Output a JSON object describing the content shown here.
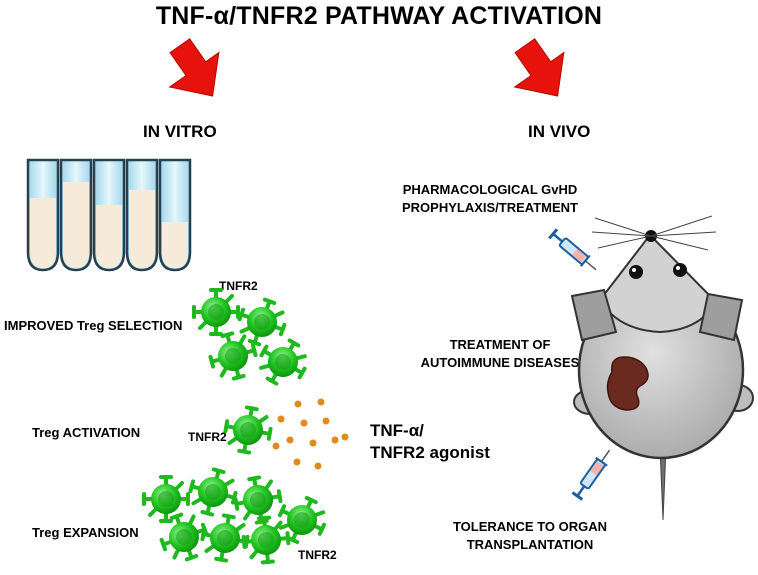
{
  "title": "TNF-α/TNFR2 PATHWAY ACTIVATION",
  "in_vitro": {
    "heading": "IN VITRO",
    "selection_label": "IMPROVED Treg SELECTION",
    "activation_label": "Treg ACTIVATION",
    "expansion_label": "Treg EXPANSION",
    "receptor_label_1": "TNFR2",
    "receptor_label_2": "TNFR2",
    "receptor_label_3": "TNFR2",
    "agonist_line1": "TNF-α/",
    "agonist_line2": "TNFR2 agonist"
  },
  "in_vivo": {
    "heading": "IN VIVO",
    "gvhd_line1": "PHARMACOLOGICAL GvHD",
    "gvhd_line2": "PROPHYLAXIS/TREATMENT",
    "autoimmune_line1": "TREATMENT OF",
    "autoimmune_line2": "AUTOIMMUNE DISEASES",
    "tolerance_line1": "TOLERANCE TO ORGAN",
    "tolerance_line2": "TRANSPLANTATION"
  },
  "colors": {
    "arrow": "#e8120c",
    "cell": "#1fc21f",
    "cell_dark": "#0a8a0a",
    "dot": "#e08a1e",
    "mouse": "#bdbdbd",
    "kidney": "#6b2a1f",
    "tube_liquid": "#f6ead8",
    "tube_top": "#c9ecf8"
  },
  "icons": [
    "down-arrow-icon",
    "test-tube-icon",
    "treg-cell-icon",
    "mouse-icon",
    "syringe-icon",
    "kidney-icon"
  ]
}
